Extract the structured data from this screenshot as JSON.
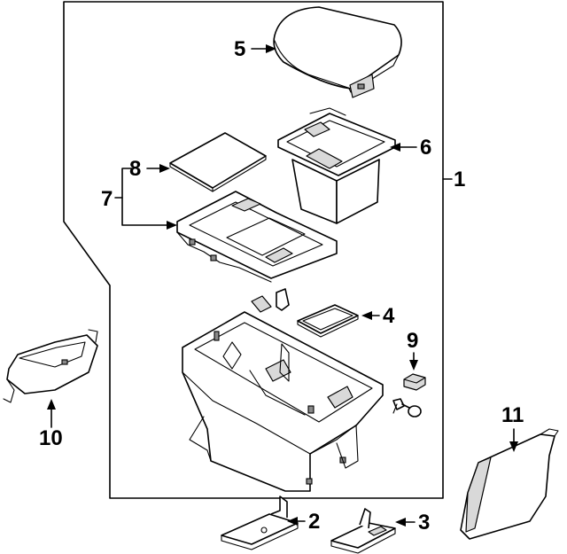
{
  "callouts": {
    "c1": "1",
    "c2": "2",
    "c3": "3",
    "c4": "4",
    "c5": "5",
    "c6": "6",
    "c7": "7",
    "c8": "8",
    "c9": "9",
    "c10": "10",
    "c11": "11"
  },
  "colors": {
    "line": "#000000",
    "background": "#ffffff",
    "shade": "#d9d9d9"
  }
}
